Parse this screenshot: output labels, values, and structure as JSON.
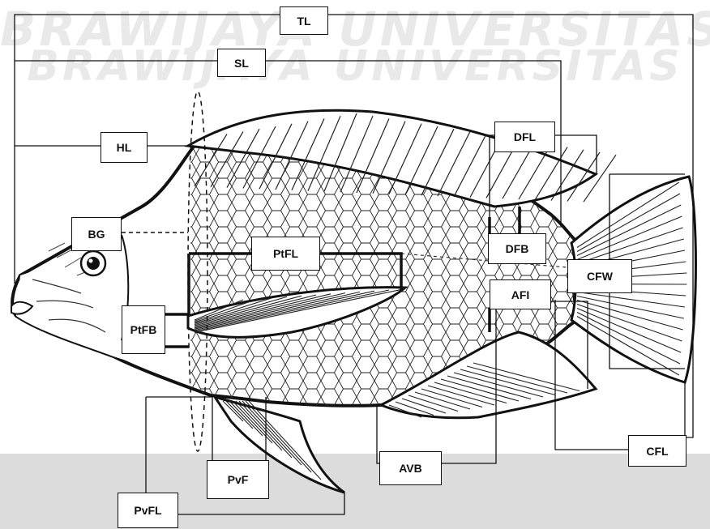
{
  "watermark": {
    "line1": "BRAWIJAYA UNIVERSITAS",
    "line2": "BRAWIJAYA UNIVERSITAS"
  },
  "labels": {
    "tl": "TL",
    "sl": "SL",
    "hl": "HL",
    "dfl": "DFL",
    "bg": "BG",
    "ptfl": "PtFL",
    "dfb": "DFB",
    "cfw": "CFW",
    "afi": "AFI",
    "ptfb": "PtFB",
    "avb": "AVB",
    "cfl": "CFL",
    "pvf": "PvF",
    "pvfl": "PvFL"
  },
  "colors": {
    "line": "#111111",
    "watermark": "#e9e9e9",
    "band": "#dcdcdc"
  }
}
